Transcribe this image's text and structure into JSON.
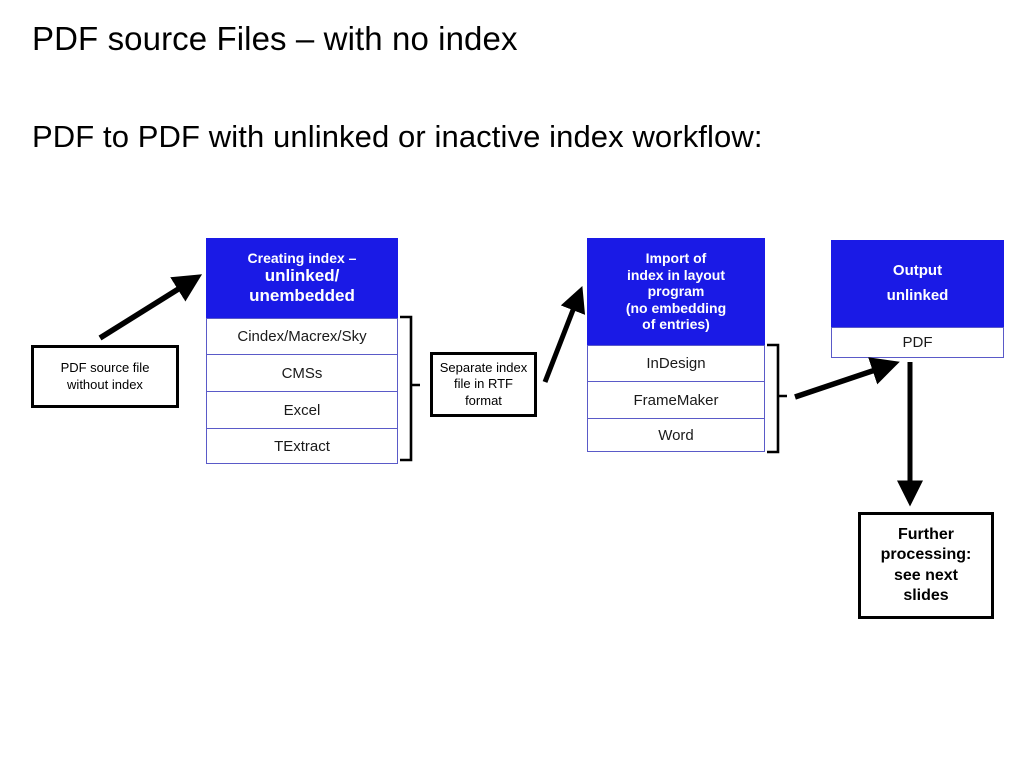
{
  "slide": {
    "title": "PDF source Files – with no index",
    "subtitle": "PDF to PDF with unlinked or inactive index workflow:"
  },
  "colors": {
    "header_blue": "#1A1AE6",
    "row_border_blue": "#5A5AC8",
    "outline_black": "#000000",
    "page_background": "#FFFFFF"
  },
  "source_box": {
    "line1": "PDF source file",
    "line2": "without index"
  },
  "creating_index_stack": {
    "header_lines": [
      "Creating index –",
      "unlinked/",
      "unembedded"
    ],
    "rows": [
      "Cindex/Macrex/Sky",
      "CMSs",
      "Excel",
      "TExtract"
    ]
  },
  "rtf_box": {
    "line1": "Separate index",
    "line2": "file in RTF",
    "line3": "format"
  },
  "import_stack": {
    "header_lines": [
      "Import of",
      "index in layout",
      "program",
      "(no embedding",
      "of entries)"
    ],
    "rows": [
      "InDesign",
      "FrameMaker",
      "Word"
    ]
  },
  "output_stack": {
    "header_lines": [
      "Output",
      "unlinked"
    ],
    "rows": [
      "PDF"
    ]
  },
  "further_box": {
    "line1": "Further",
    "line2": "processing:",
    "line3": "see next",
    "line4": "slides"
  },
  "connectors": [
    {
      "name": "arrow-source-to-creating",
      "type": "arrow"
    },
    {
      "name": "bracket-creating-rows",
      "type": "bracket"
    },
    {
      "name": "arrow-rtf-to-import",
      "type": "arrow"
    },
    {
      "name": "bracket-import-rows",
      "type": "bracket"
    },
    {
      "name": "arrow-import-to-output",
      "type": "arrow"
    },
    {
      "name": "arrow-output-to-further",
      "type": "arrow"
    }
  ]
}
